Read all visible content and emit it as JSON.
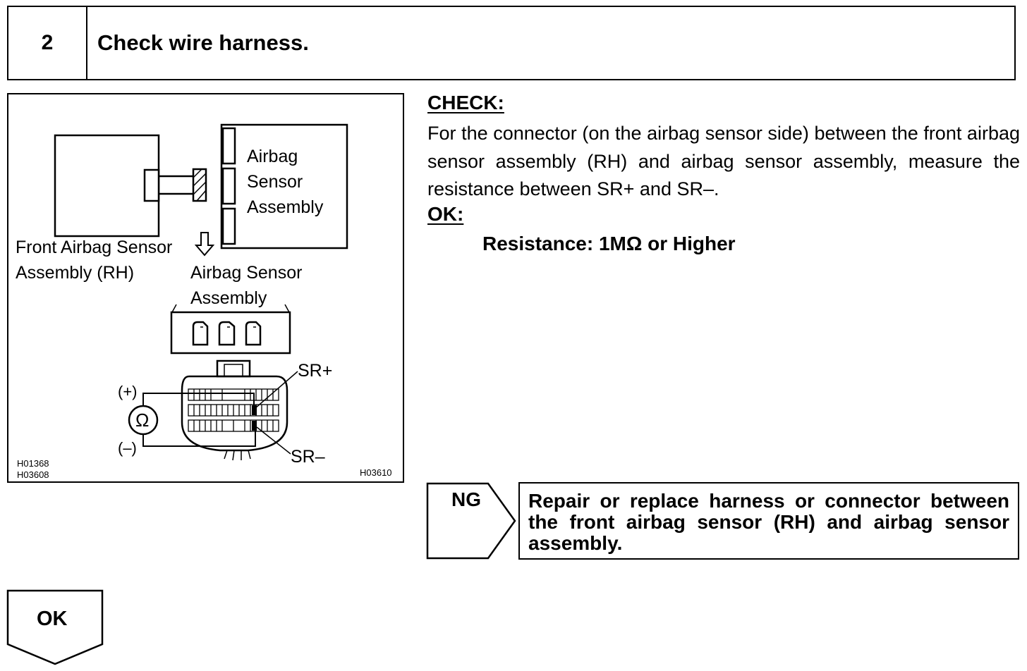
{
  "step": {
    "number": "2",
    "title": "Check wire harness."
  },
  "figure": {
    "airbag_sensor_lines": [
      "Airbag",
      "Sensor",
      "Assembly"
    ],
    "front_sensor_lines": [
      "Front Airbag Sensor",
      "Assembly (RH)"
    ],
    "airbag_sensor_assembly_lines": [
      "Airbag Sensor",
      "Assembly"
    ],
    "sr_plus": "SR+",
    "sr_minus": "SR–",
    "plus_sign": "(+)",
    "minus_sign": "(–)",
    "ohm_symbol": "Ω",
    "codes_left": [
      "H01368",
      "H03608"
    ],
    "code_right": "H03610"
  },
  "check": {
    "heading": "CHECK:",
    "body": "For the connector (on the airbag sensor side) between the front airbag sensor assembly (RH) and airbag sensor assembly, measure the resistance between SR+ and SR–."
  },
  "ok": {
    "heading": "OK:",
    "spec": "Resistance: 1MΩ or Higher"
  },
  "ng": {
    "label": "NG",
    "action": "Repair or replace harness or connector between the front airbag sensor (RH) and airbag sensor assembly."
  },
  "ok_flow": {
    "label": "OK"
  }
}
